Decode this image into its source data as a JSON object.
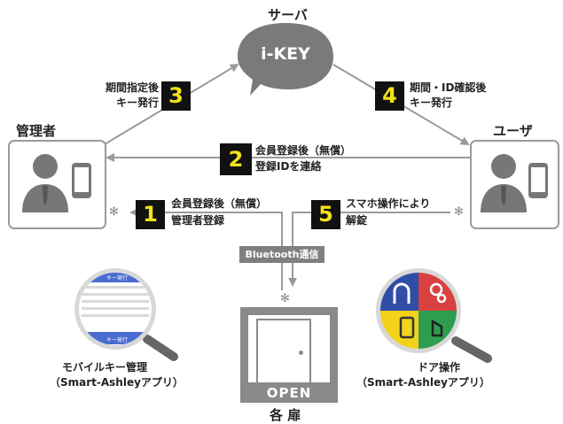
{
  "server": {
    "label": "サーバ",
    "bubble_text": "i-KEY"
  },
  "admin": {
    "label": "管理者"
  },
  "user": {
    "label": "ユーザ"
  },
  "steps": [
    {
      "num": "3",
      "line1": "期間指定後",
      "line2": "キー発行"
    },
    {
      "num": "4",
      "line1": "期間・ID確認後",
      "line2": "キー発行"
    },
    {
      "num": "2",
      "line1": "会員登録後（無償）",
      "line2": "登録IDを連絡"
    },
    {
      "num": "1",
      "line1": "会員登録後（無償）",
      "line2": "管理者登録"
    },
    {
      "num": "5",
      "line1": "スマホ操作により",
      "line2": "解錠"
    }
  ],
  "bluetooth_label": "Bluetooth通信",
  "left_app": {
    "line1": "モバイルキー管理",
    "line2": "（Smart-Ashleyアプリ）",
    "screen_header": "キー発行",
    "screen_footer": "キー発行"
  },
  "right_app": {
    "line1": "ドア操作",
    "line2": "（Smart-Ashleyアプリ）"
  },
  "door": {
    "open_text": "OPEN",
    "label": "各 扉"
  },
  "colors": {
    "badge_bg": "#111111",
    "badge_fg": "#f3e21a",
    "arrow": "#9a9a9a",
    "bubble": "#7a7a7a"
  }
}
